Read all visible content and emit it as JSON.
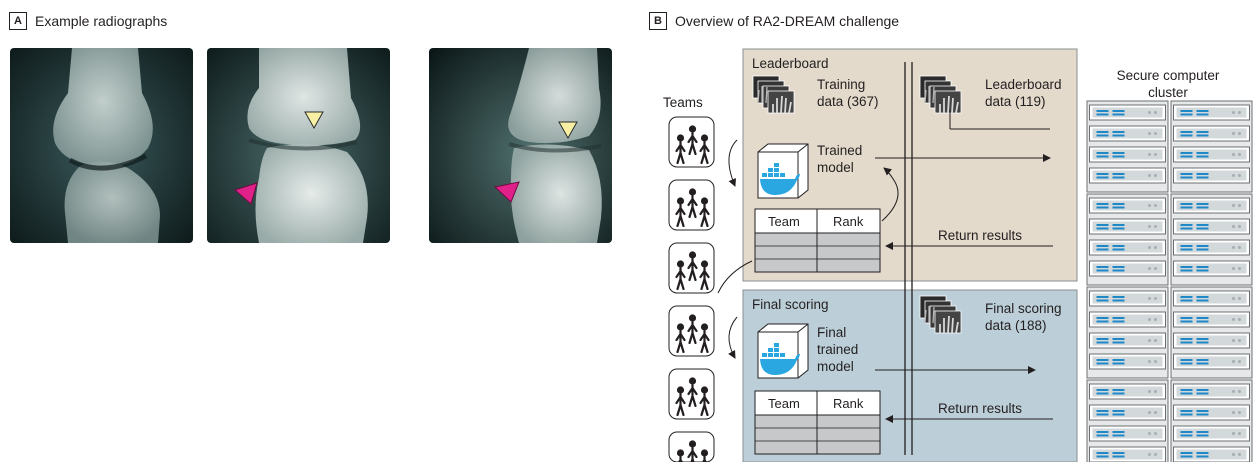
{
  "panel_a": {
    "letter": "A",
    "title": "Example radiographs"
  },
  "panel_b": {
    "letter": "B",
    "title": "Overview of RA2-DREAM challenge",
    "teams_label": "Teams",
    "leaderboard": {
      "title": "Leaderboard",
      "training_line1": "Training",
      "training_line2": "data (367)",
      "leaderboard_line1": "Leaderboard",
      "leaderboard_line2": "data (119)",
      "model_line1": "Trained",
      "model_line2": "model",
      "table_col1": "Team",
      "table_col2": "Rank",
      "return_results": "Return results"
    },
    "final": {
      "title": "Final scoring",
      "data_line1": "Final scoring",
      "data_line2": "data (188)",
      "model_line1": "Final",
      "model_line2": "trained",
      "model_line3": "model",
      "table_col1": "Team",
      "table_col2": "Rank",
      "return_results": "Return results"
    },
    "cluster_line1": "Secure computer",
    "cluster_line2": "cluster"
  },
  "colors": {
    "leaderboard_bg": "#e3dacb",
    "final_bg": "#bccfd8",
    "docker_blue": "#2aa6e0",
    "arrowhead_pink": "#e0218a",
    "arrowhead_yellow": "#f7f0a4"
  }
}
